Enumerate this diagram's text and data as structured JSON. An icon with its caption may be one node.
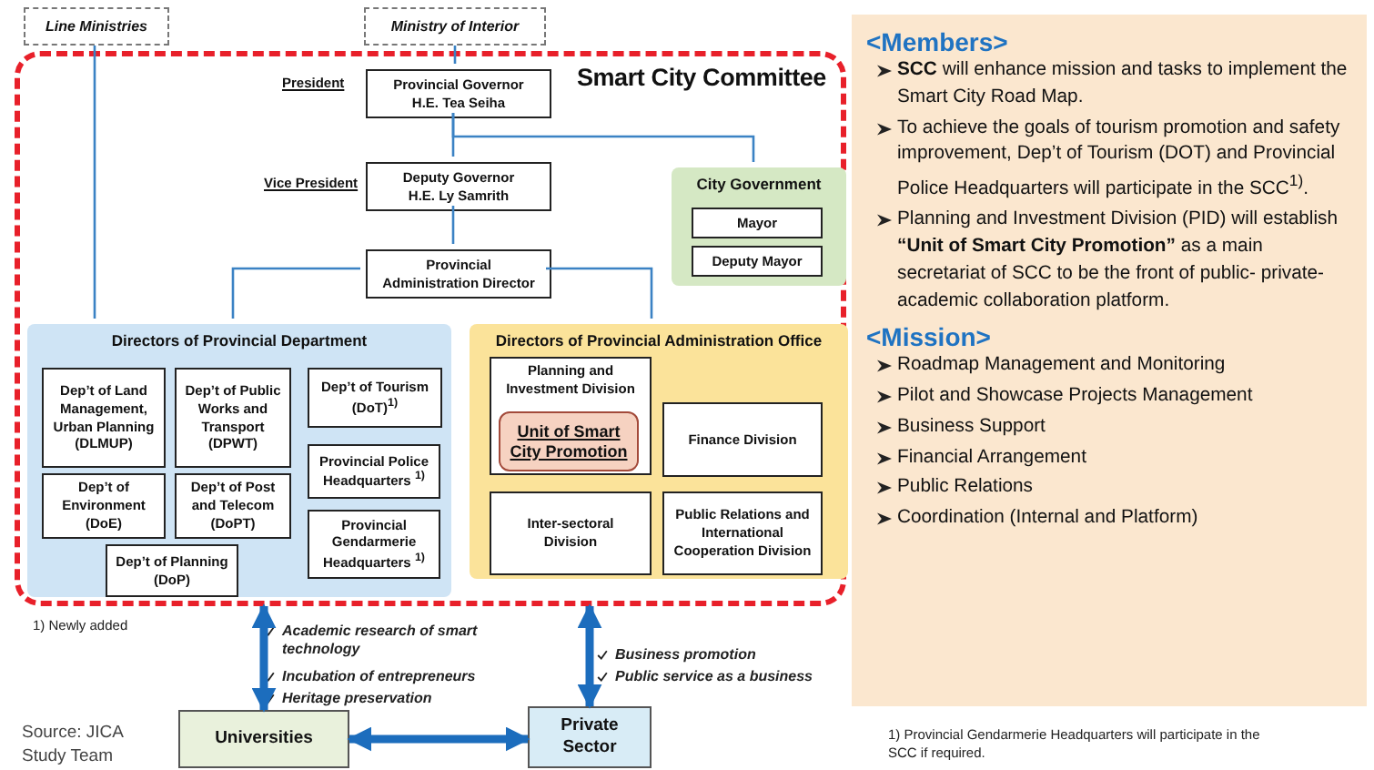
{
  "diagram": {
    "nodes": [
      {
        "text": [
          "Line Ministries"
        ]
      },
      {
        "text": [
          "Ministry of Interior"
        ]
      },
      {
        "text": [
          "Smart City Committee"
        ]
      },
      {
        "text": [
          "Provincial Governor H.E. Tea Seiha"
        ],
        "in": 2,
        "beside": [
          "President"
        ]
      },
      {
        "text": [
          "Deputy Governor H.E. Ly Samrith"
        ],
        "in": 2,
        "beside": [
          "Vice President"
        ]
      },
      {
        "text": [
          "City Government"
        ],
        "in": 2
      },
      {
        "text": [
          "Mayor"
        ],
        "in": 5
      },
      {
        "text": [
          "Deputy Mayor"
        ],
        "in": 5
      },
      {
        "text": [
          "Provincial Administration Director"
        ],
        "in": 2
      },
      {
        "text": [
          "Directors of Provincial Department"
        ],
        "in": 2
      },
      {
        "text": [
          "Dep’t of Land Management, Urban Planning (DLMUP)"
        ],
        "in": 9
      },
      {
        "text": [
          "Dep’t of Public Works and Transport (DPWT)"
        ],
        "in": 9
      },
      {
        "text": [
          "Dep’t of Tourism (DoT)$^{1)}$"
        ],
        "in": 9
      },
      {
        "text": [
          "Dep’t of Environment (DoE)"
        ],
        "in": 9
      },
      {
        "text": [
          "Dep’t of Post and Telecom (DoPT)"
        ],
        "in": 9
      },
      {
        "text": [
          "Provincial Police Headquarters $^{1)}$"
        ],
        "in": 9
      },
      {
        "text": [
          "Dep’t of Planning (DoP)"
        ],
        "in": 9
      },
      {
        "text": [
          "Provincial Gendarmerie Headquarters $^{1)}$"
        ],
        "in": 9
      },
      {
        "text": [
          "Directors of Provincial Administration Office"
        ],
        "in": 2
      },
      {
        "text": [
          "Planning and Investment Division"
        ],
        "in": 18
      },
      {
        "text": [
          "Unit of Smart City Promotion"
        ],
        "in": 19
      },
      {
        "text": [
          "Finance Division"
        ],
        "in": 18
      },
      {
        "text": [
          "Inter-sectoral Division"
        ],
        "in": 18
      },
      {
        "text": [
          "Public Relations and International Cooperation Division"
        ],
        "in": 18
      },
      {
        "text": [
          "Universities"
        ]
      },
      {
        "text": [
          "Private Sector"
        ]
      },
      {
        "text": [
          "<Members>",
          "**SCC** will enhance mission and tasks to implement the Smart City Road Map.",
          "To achieve the goals of tourism promotion and safety improvement, Dep’t of Tourism (DOT) and Provincial Police Headquarters will participate in the SCC$^{1)}$.",
          "Planning and Investment Division (PID) will establish **“Unit of Smart City Promotion”** as a main secretariat of SCC to be the front of public- private-academic collaboration platform.",
          "<Mission>",
          "Roadmap Management and Monitoring",
          "Pilot and Showcase Projects Management",
          "Business Support",
          "Financial Arrangement",
          "Public Relations",
          "Coordination (Internal and Platform)"
        ]
      }
    ],
    "edges": [
      {
        "from": 0,
        "to": 9,
        "arrow": "none"
      },
      {
        "from": 1,
        "to": 3,
        "arrow": "none"
      },
      {
        "from": 3,
        "to": 4,
        "arrow": "none"
      },
      {
        "from": 3,
        "to": 5,
        "arrow": "none"
      },
      {
        "from": 4,
        "to": 8,
        "arrow": "none"
      },
      {
        "from": 8,
        "to": 9,
        "arrow": "none"
      },
      {
        "from": 8,
        "to": 18,
        "arrow": "none"
      },
      {
        "from": 24,
        "to": 2,
        "arrow": "both",
        "style": "thick"
      },
      {
        "from": 25,
        "to": 2,
        "arrow": "both",
        "style": "thick"
      },
      {
        "from": 24,
        "to": 25,
        "arrow": "both",
        "style": "thick"
      }
    ],
    "labels": [
      "1) Newly added",
      "Academic research of smart technology",
      "Incubation of entrepreneurs",
      "Heritage preservation",
      "Business promotion",
      "Public service as a business",
      "Source: JICA Study Team",
      "1) Provincial Gendarmerie Headquarters will participate in the SCC if required."
    ]
  }
}
